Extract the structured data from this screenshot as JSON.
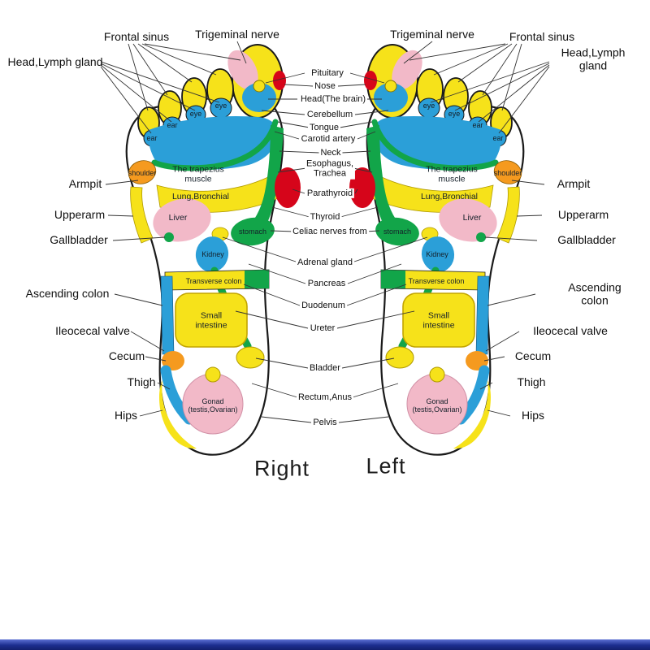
{
  "footer": {
    "right": "Right",
    "left": "Left"
  },
  "side_labels": {
    "frontal_sinus": "Frontal sinus",
    "trigeminal": "Trigeminal nerve",
    "head_lymph": "Head,Lymph gland",
    "armpit": "Armpit",
    "upperarm": "Upperarm",
    "gallbladder": "Gallbladder",
    "ascending_colon": "Ascending colon",
    "ileocecal_valve": "Ileocecal valve",
    "cecum": "Cecum",
    "thigh": "Thigh",
    "hips": "Hips"
  },
  "center_labels": {
    "pituitary": "Pituitary",
    "nose": "Nose",
    "head_brain": "Head(The brain)",
    "cerebellum": "Cerebellum",
    "tongue": "Tongue",
    "carotid": "Carotid artery",
    "neck": "Neck",
    "esophagus_trachea": "Esophagus,\nTrachea",
    "parathyroid": "Parathyroid",
    "thyroid": "Thyroid",
    "celiac": "Celiac nerves from",
    "adrenal": "Adrenal gland",
    "pancreas": "Pancreas",
    "duodenum": "Duodenum",
    "ureter": "Ureter",
    "bladder": "Bladder",
    "rectum_anus": "Rectum,Anus",
    "pelvis": "Pelvis"
  },
  "foot_labels": {
    "eye": "eye",
    "ear": "ear",
    "shoulder": "shoulder",
    "trapezius": "The trapezius\nmuscle",
    "lung": "Lung,Bronchial",
    "liver": "Liver",
    "stomach": "stomach",
    "kidney": "Kidney",
    "transverse_colon": "Transverse colon",
    "small_intestine": "Small\nintestine",
    "gonad": "Gonad\n(testis,Ovarian)"
  },
  "colors": {
    "zone_yellow": "#f6e21a",
    "zone_blue": "#2b9fd8",
    "zone_green": "#12a549",
    "zone_pink": "#f2b9c8",
    "zone_red": "#d6051a",
    "zone_orange": "#f59a1f",
    "outline": "#1a1a1a",
    "bottom_bar_blue": "#1d2e8f"
  }
}
